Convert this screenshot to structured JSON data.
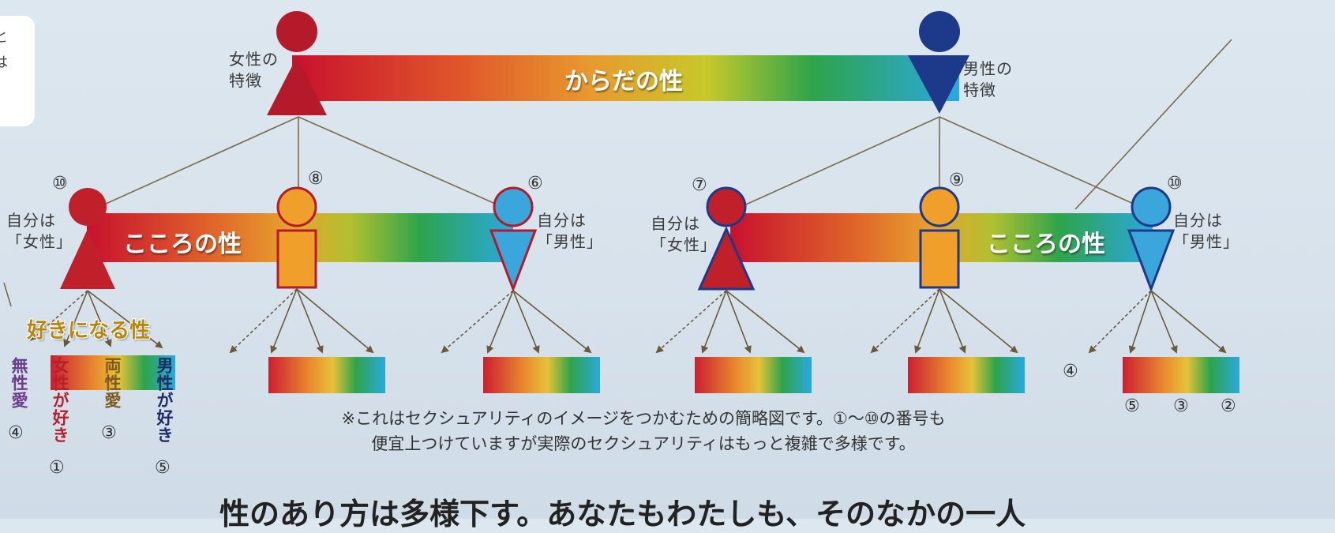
{
  "speech": {
    "lines": [
      "と",
      "は",
      "!"
    ]
  },
  "body_sex": {
    "label": "からだの性",
    "female_label": [
      "女性の",
      "特徴"
    ],
    "male_label": [
      "男性の",
      "特徴"
    ]
  },
  "mind_sex": {
    "label": "こころの性"
  },
  "figures": [
    {
      "number": "⑩",
      "self_label": [
        "自分は",
        "「女性」"
      ]
    },
    {
      "number": "⑧"
    },
    {
      "number": "⑥",
      "self_label": [
        "自分は",
        "「男性」"
      ]
    },
    {
      "number": "⑦",
      "self_label": [
        "自分は",
        "「女性」"
      ]
    },
    {
      "number": "⑨"
    },
    {
      "number": "⑩",
      "self_label": [
        "自分は",
        "「男性」"
      ]
    }
  ],
  "attraction": {
    "title": "好きになる性",
    "items": [
      {
        "text": "無性愛",
        "number": "④",
        "color": "#6b3b8c"
      },
      {
        "text": "女性が好き",
        "number": "①",
        "color": "#b5202a"
      },
      {
        "text": "両性愛",
        "number": "③",
        "color": "#7a5a1e"
      },
      {
        "text": "男性が好き",
        "number": "⑤",
        "color": "#1d2c66"
      }
    ]
  },
  "right_numbers": {
    "left": "④",
    "bottom": [
      "⑤",
      "③",
      "②"
    ]
  },
  "note": [
    "※これはセクシュアリティのイメージをつかむための簡略図です。①〜⑩の番号も",
    "便宜上つけていますが実際のセクシュアリティはもっと複雑で多様です。"
  ],
  "headline": "性のあり方は多様下す。あなたもわたしも、そのなかの一人",
  "colors": {
    "female": "#c0202a",
    "male": "#1d3a8a",
    "neutral": "#f0a02a",
    "sky": "#3aa6dc"
  }
}
